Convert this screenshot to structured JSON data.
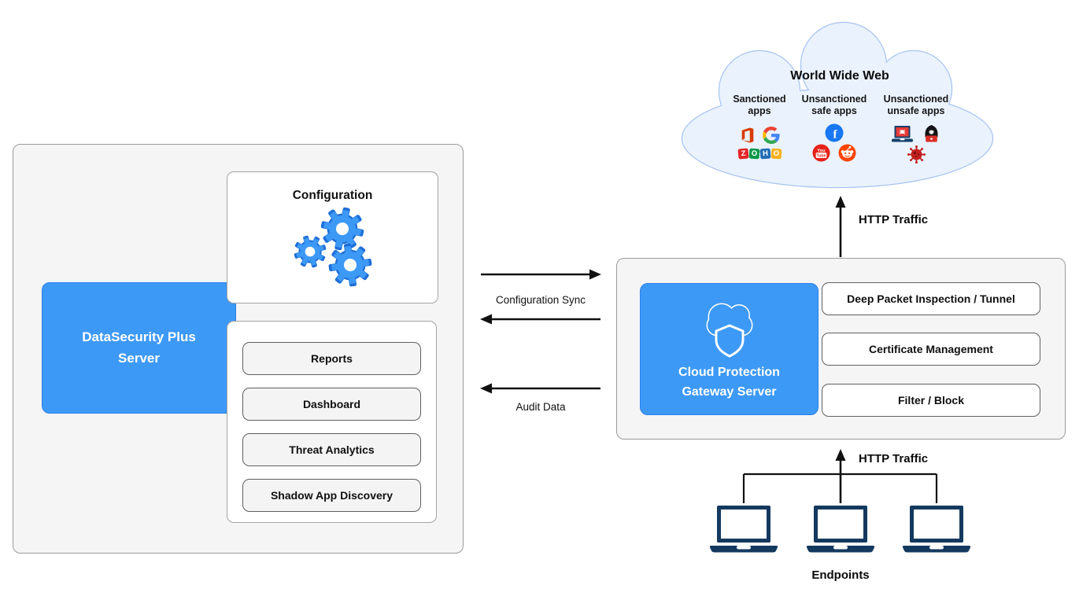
{
  "left_panel": {
    "server_label": "DataSecurity Plus Server",
    "configuration_title": "Configuration",
    "components": [
      "Reports",
      "Dashboard",
      "Threat Analytics",
      "Shadow App Discovery"
    ]
  },
  "connectors": {
    "configuration_sync_label": "Configuration Sync",
    "audit_data_label": "Audit Data",
    "http_traffic_top_label": "HTTP Traffic",
    "http_traffic_bottom_label": "HTTP Traffic"
  },
  "gateway_panel": {
    "server_label": "Cloud Protection Gateway Server",
    "features": [
      "Deep Packet Inspection / Tunnel",
      "Certificate Management",
      "Filter / Block"
    ]
  },
  "cloud": {
    "title": "World Wide Web",
    "categories": [
      {
        "label": "Sanctioned apps",
        "icons": [
          "office-icon",
          "google-icon",
          "zoho-icon"
        ]
      },
      {
        "label": "Unsanctioned safe apps",
        "icons": [
          "facebook-icon",
          "youtube-icon",
          "reddit-icon"
        ]
      },
      {
        "label": "Unsanctioned unsafe apps",
        "icons": [
          "malware-laptop-icon",
          "hacker-icon",
          "virus-icon"
        ]
      }
    ]
  },
  "logos": {
    "facebook_letter": "f",
    "youtube_top": "You",
    "youtube_bottom": "Tube",
    "zoho_letters": {
      "l1": "Z",
      "l2": "O",
      "l3": "H",
      "l4": "O"
    }
  },
  "endpoints": {
    "label": "Endpoints",
    "count": 3
  },
  "colors": {
    "accent_blue": "#3d99f6",
    "blue_outline": "#1e6ed8",
    "panel_gray": "#f5f5f6",
    "cloud_fill": "#eaf2fd",
    "cloud_border": "#a6c3f0",
    "laptop_navy": "#14395f",
    "arrow_black": "#111111",
    "office_red": "#d83b01",
    "facebook_blue": "#1877f2",
    "youtube_red": "#e62117",
    "reddit_orange": "#ff4500",
    "virus_red": "#c21f1f"
  }
}
